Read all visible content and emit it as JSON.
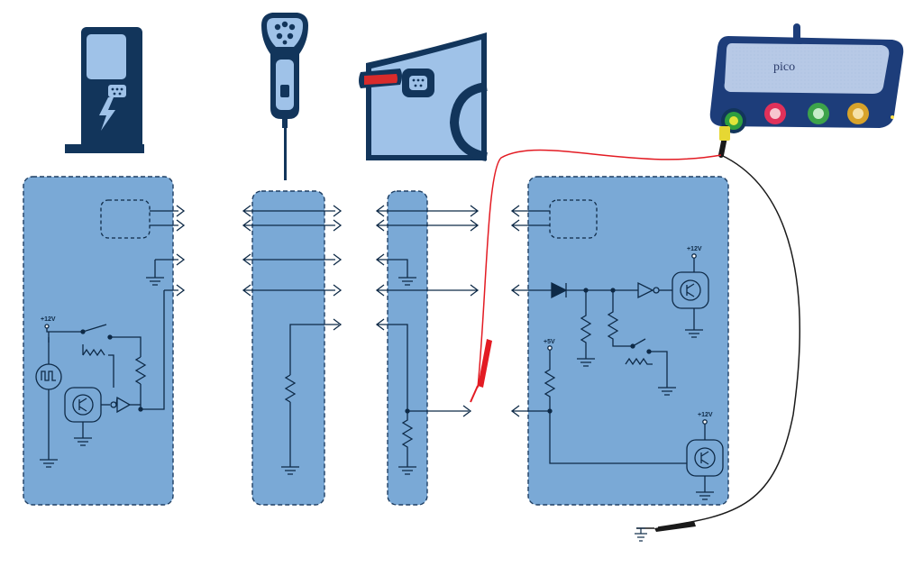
{
  "colors": {
    "navy": "#12355b",
    "panel_fill": "#7aa9d6",
    "panel_stroke": "#1f3f63",
    "wire": "#0e2a47",
    "probe_red": "#e31b23",
    "probe_black": "#1a1a1a",
    "scope_body": "#1d3d7a",
    "scope_top": "#b7c9e6",
    "channel_a": "#2e9e3f",
    "channel_b": "#e0315a",
    "channel_c": "#3da34a",
    "channel_d": "#d8a32a"
  },
  "icons": {
    "charger": "ev-charging-station-icon",
    "plug": "ev-charging-connector-icon",
    "vehicle": "vehicle-inlet-icon",
    "scope": "oscilloscope-icon"
  },
  "labels": {
    "plus12_charger": "+12V",
    "plus12_vehicle_top": "+12V",
    "plus5_vehicle": "+5V",
    "plus12_vehicle_bottom": "+12V",
    "scope_brand": "pico"
  }
}
